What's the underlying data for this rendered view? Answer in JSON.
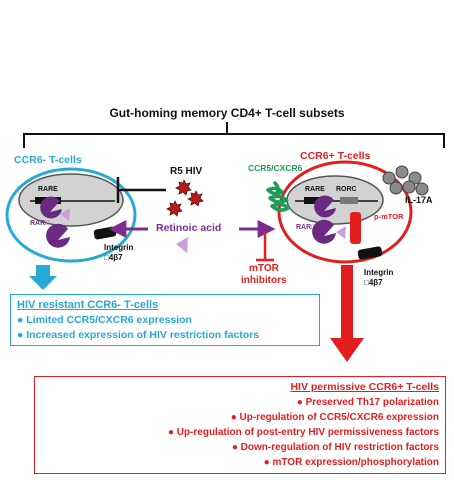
{
  "title": "Gut-homing memory CD4+ T-cell subsets",
  "left_cell": {
    "label": "CCR6- T-cells",
    "rare": "RARE",
    "rar": "RAR□",
    "integrin": "Integrin",
    "integrin_sub": "□4β7"
  },
  "right_cell": {
    "label": "CCR6+ T-cells",
    "ccr5": "CCR5/CXCR6",
    "rare": "RARE",
    "rorc": "RORC",
    "rar": "RAR□",
    "pmtor": "p-mTOR",
    "il17a": "IL-17A",
    "integrin": "Integrin",
    "integrin_sub": "□4β7"
  },
  "center": {
    "virus": "R5 HIV",
    "retinoic": "Retinoic acid",
    "mtor_line1": "mTOR",
    "mtor_line2": "inhibitors"
  },
  "resistant_box": {
    "title": "HIV resistant CCR6- T-cells",
    "items": [
      "Limited CCR5/CXCR6 expression",
      "Increased expression of HIV restriction factors"
    ]
  },
  "permissive_box": {
    "title": "HIV permissive CCR6+ T-cells",
    "items": [
      "Preserved Th17 polarization",
      "Up-regulation of CCR5/CXCR6 expression",
      "Up-regulation of post-entry HIV permissiveness factors",
      "Down-regulation of HIV restriction factors",
      "mTOR expression/phosphorylation"
    ]
  },
  "colors": {
    "cyan": "#27a9d8",
    "red": "#e41e1e",
    "purple": "#7a2f8f",
    "lilac": "#c9a0dc",
    "green": "#1f9a57",
    "gray": "#d2d2d2",
    "dark": "#222222"
  }
}
